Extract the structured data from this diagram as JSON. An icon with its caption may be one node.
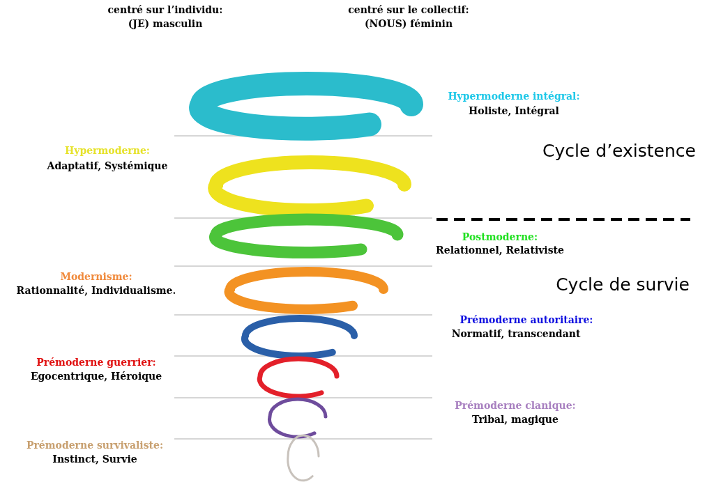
{
  "diagram": {
    "labels": [
      "centré sur l’individu:",
      "(JE) masculin",
      "centré sur le collectif:",
      "(NOUS) féminin",
      "Hypermoderne intégral:",
      "Holiste, Intégral",
      "Hypermoderne:",
      "Adaptatif, Systémique",
      "Cycle d’existence",
      "Postmoderne:",
      "Relationnel, Relativiste",
      "Modernisme:",
      "Rationnalité, Individualisme.",
      "Cycle de survie",
      "Prémoderne autoritaire:",
      "Normatif, transcendant",
      "Prémoderne guerrier:",
      "Egocentrique, Héroique",
      "Prémoderne clanique:",
      "Tribal, magique",
      "Prémoderne survivaliste:",
      "Instinct, Survie"
    ]
  }
}
